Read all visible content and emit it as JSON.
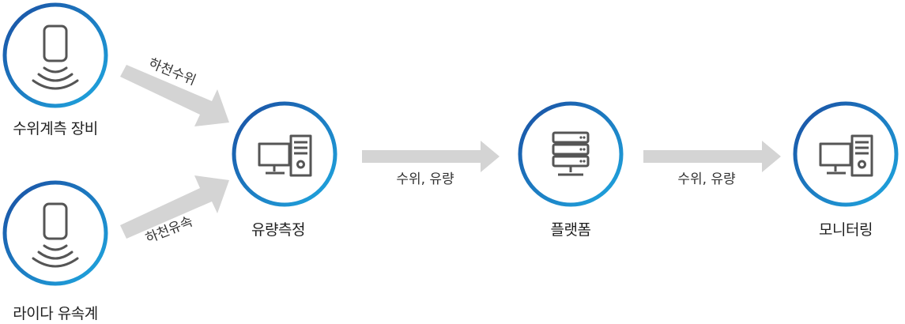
{
  "nodes": {
    "water_level_device": {
      "label": "수위계측 장비",
      "icon": "sensor-icon"
    },
    "lidar_flowmeter": {
      "label": "라이다 유속계",
      "icon": "sensor-icon"
    },
    "flow_measurement": {
      "label": "유량측정",
      "icon": "computer-icon"
    },
    "platform": {
      "label": "플랫폼",
      "icon": "server-icon"
    },
    "monitoring": {
      "label": "모니터링",
      "icon": "computer-icon"
    }
  },
  "edges": {
    "level_to_flow": {
      "label": "하천수위"
    },
    "velocity_to_flow": {
      "label": "하천유속"
    },
    "flow_to_platform": {
      "label": "수위, 유량"
    },
    "platform_to_monitoring": {
      "label": "수위, 유량"
    }
  },
  "colors": {
    "ring_dark": "#1a4fa3",
    "ring_light": "#1fa8e0",
    "arrow": "#d4d4d4",
    "icon": "#555555"
  }
}
